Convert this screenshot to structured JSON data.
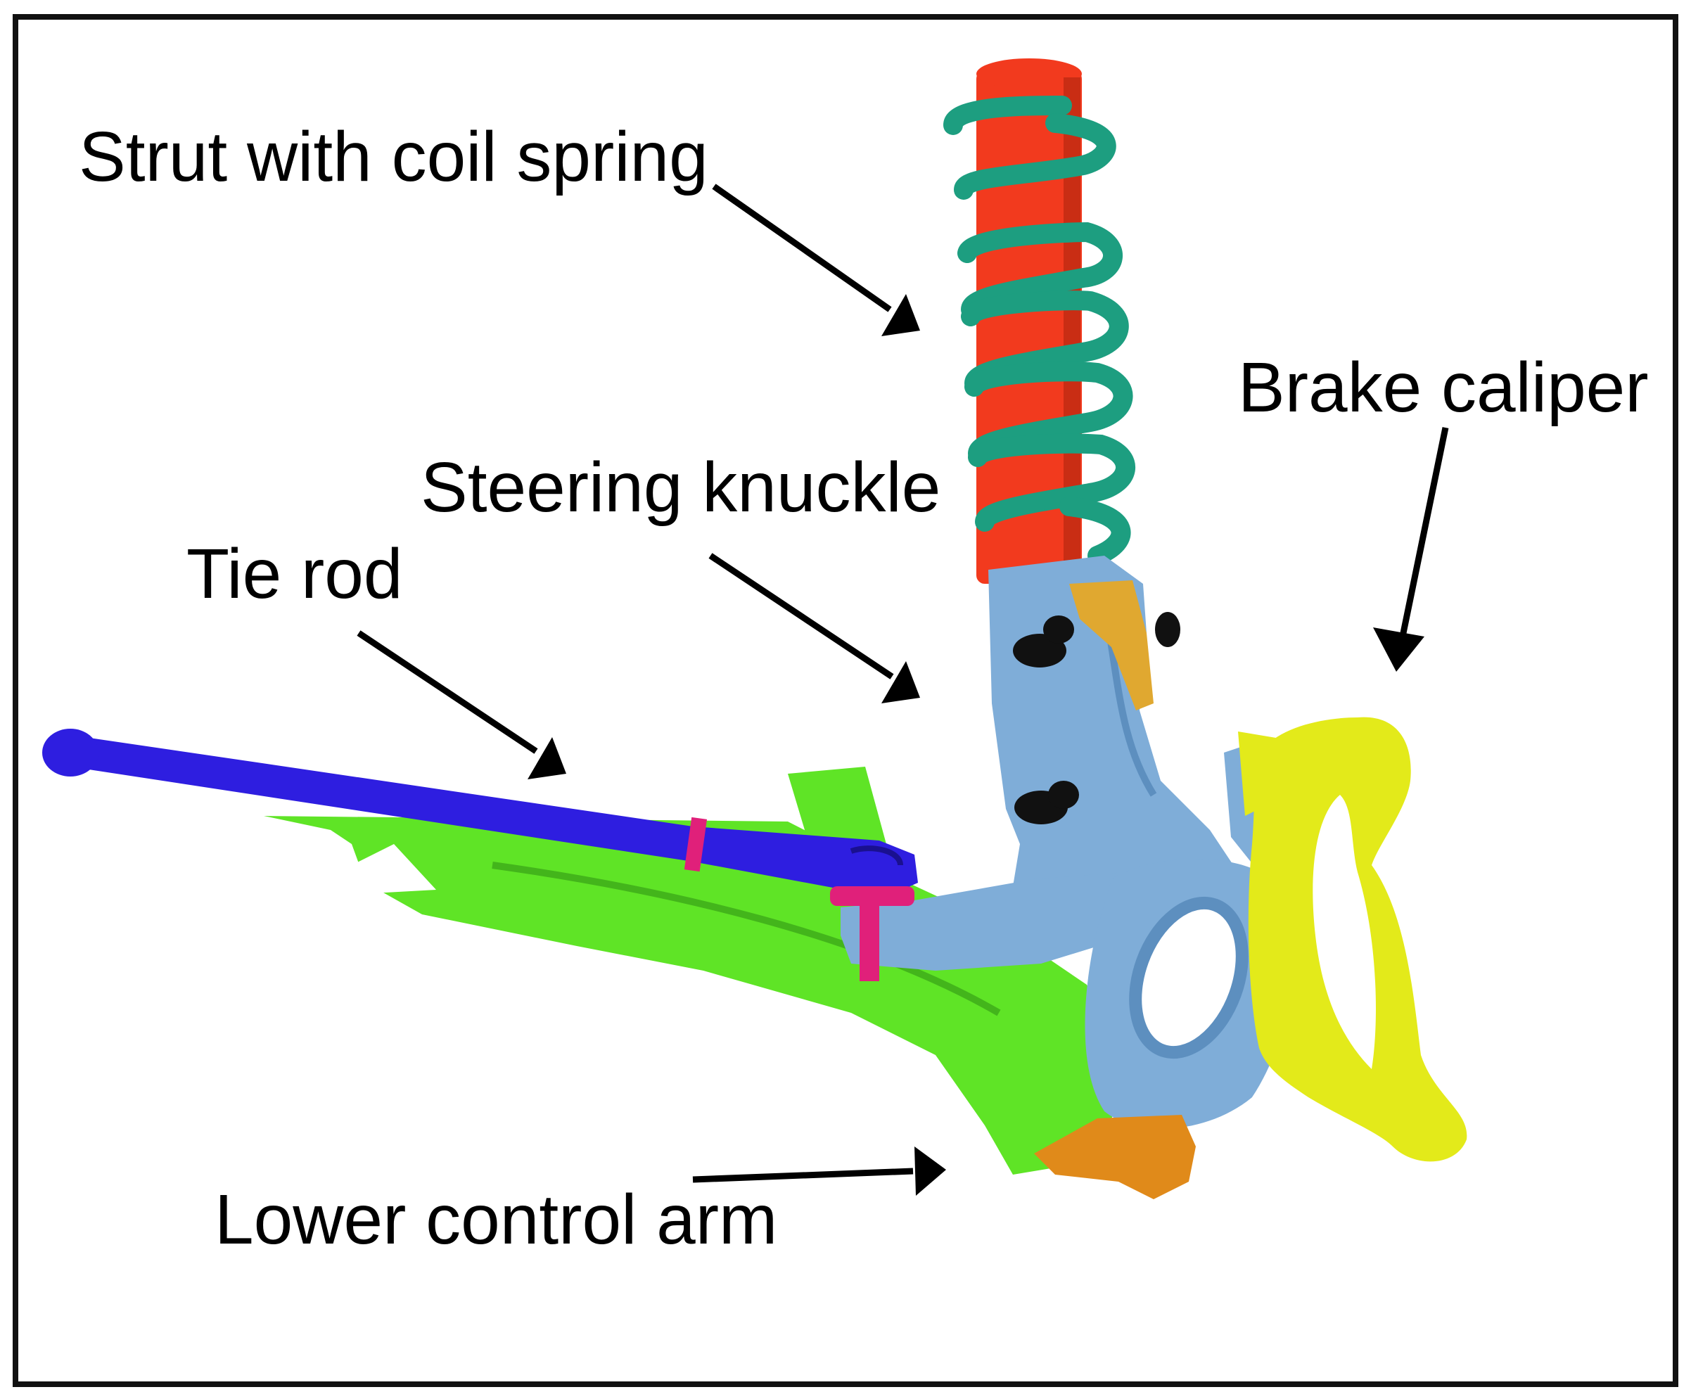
{
  "labels": {
    "strut": "Strut with coil spring",
    "caliper": "Brake caliper",
    "knuckle": "Steering knuckle",
    "tie_rod": "Tie rod",
    "lower_arm": "Lower control arm"
  },
  "colors": {
    "strut": "#f23a1e",
    "spring": "#1d9e80",
    "knuckle": "#7fadd8",
    "knuckle_shadow": "#5d8fbf",
    "caliper": "#e3ea1a",
    "tie_rod": "#2e1ee0",
    "lower_arm": "#5fe426",
    "bushing": "#e08a1a",
    "ball_joint": "#e0a830",
    "bolt": "#e0207a",
    "frame": "#111111"
  }
}
